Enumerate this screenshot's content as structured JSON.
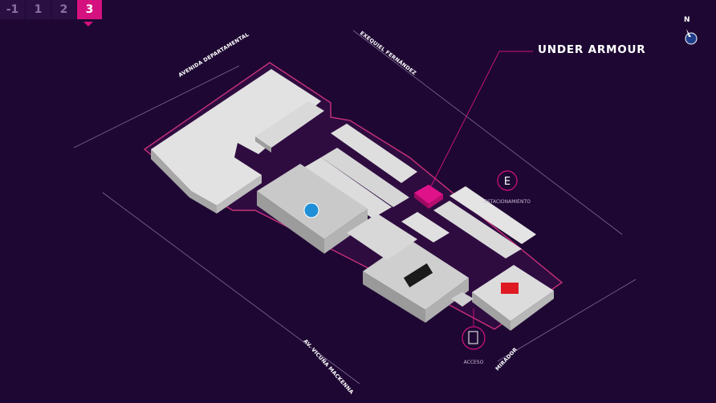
{
  "floors": {
    "tabs": [
      {
        "label": "-1"
      },
      {
        "label": "1"
      },
      {
        "label": "2"
      },
      {
        "label": "3"
      }
    ],
    "active": "3"
  },
  "map": {
    "highlighted_store": "UNDER ARMOUR",
    "streets": {
      "top_left": "AVENIDA DEPARTAMENTAL",
      "top_right": "EXEQUIEL FERNÁNDEZ",
      "bottom_left": "AV. VICUÑA MACKENNA",
      "bottom_right": "MIRADOR"
    },
    "parking": {
      "letter": "E",
      "label": "ESTACIONAMIENTO"
    },
    "access_label": "ACCESO"
  },
  "compass": {
    "label": "N"
  },
  "colors": {
    "background": "#1e0833",
    "accent": "#d4117f",
    "highlight": "#e0128a",
    "building": "#e8e8e8",
    "outline": "#c8307a"
  }
}
